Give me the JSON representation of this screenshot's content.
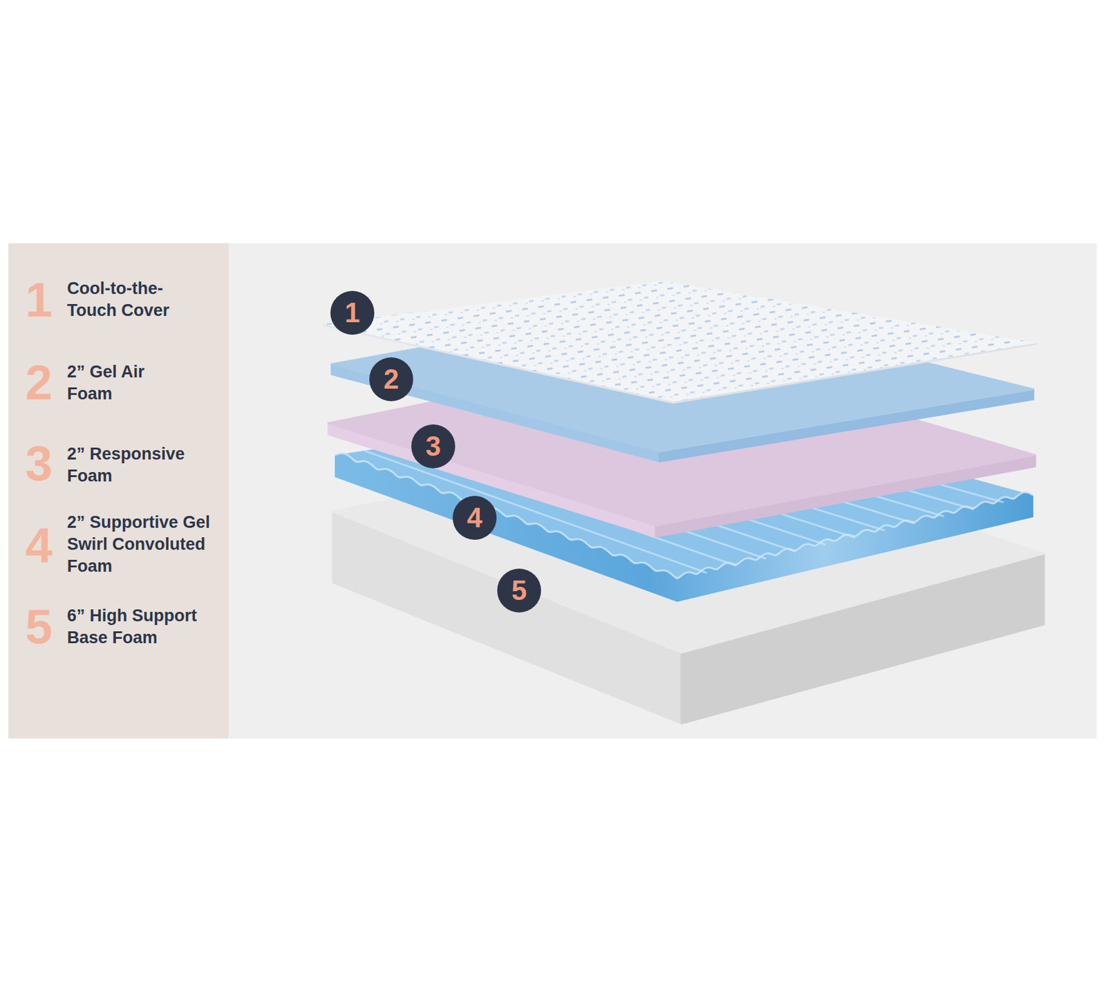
{
  "diagram": {
    "nodes": [
      {
        "text": [
          "1",
          "Cool-to-the- Touch Cover",
          "2",
          "2” Gel Air Foam",
          "3",
          "2” Responsive Foam",
          "4",
          "2” Supportive Gel Swirl Convoluted Foam",
          "5",
          "6” High Support Base Foam"
        ]
      },
      {
        "text": [
          "1"
        ]
      },
      {
        "text": [
          "2"
        ]
      },
      {
        "text": [
          "3"
        ]
      },
      {
        "text": [
          "4"
        ]
      },
      {
        "text": [
          "5"
        ]
      }
    ]
  }
}
